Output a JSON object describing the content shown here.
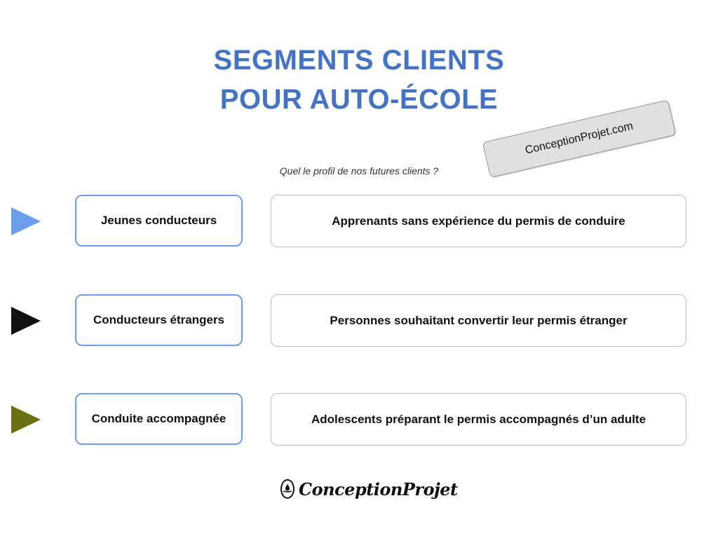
{
  "title": {
    "line1": "SEGMENTS CLIENTS",
    "line2": "POUR AUTO-ÉCOLE"
  },
  "subtitle": "Quel le profil de nos futures clients ?",
  "stamp": {
    "text": "ConceptionProjet.com"
  },
  "segments": [
    {
      "name": "Jeunes conducteurs",
      "description": "Apprenants sans expérience du permis de conduire",
      "arrow_color": "#6d9eeb"
    },
    {
      "name": "Conducteurs étrangers",
      "description": "Personnes souhaitant convertir leur permis étranger",
      "arrow_color": "#111111"
    },
    {
      "name": "Conduite accompagnée",
      "description": "Adolescents préparant le permis accompagnés d’un adulte",
      "arrow_color": "#6b6f12"
    }
  ],
  "footer": {
    "logo_text": "ConceptionProjet"
  },
  "colors": {
    "title": "#4472c4",
    "segment_border": "#6d9eeb",
    "description_border": "#bdbdbd"
  }
}
